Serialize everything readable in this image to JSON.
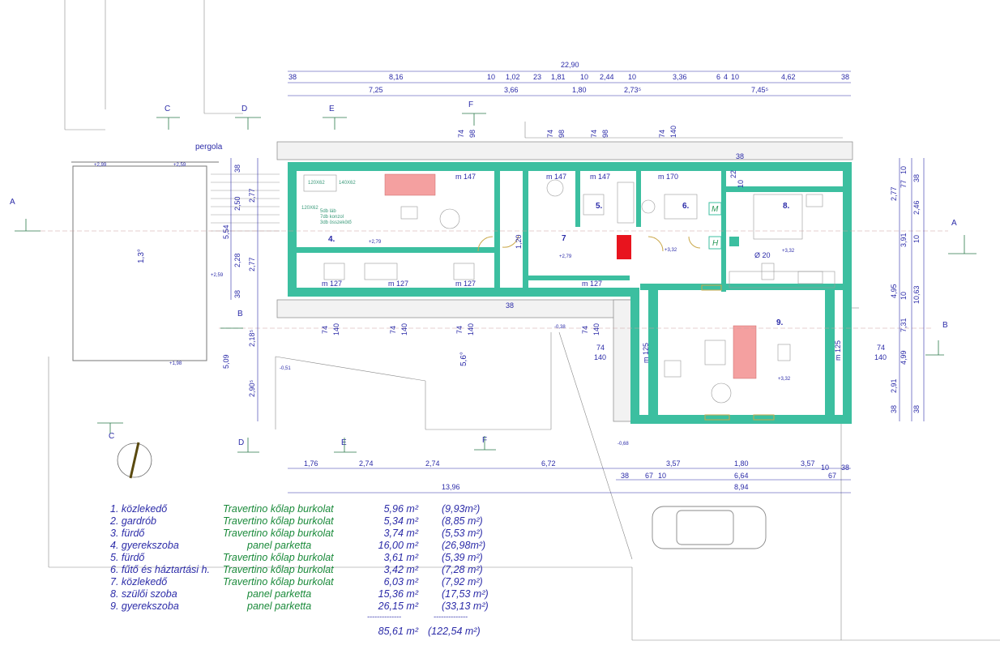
{
  "plan": {
    "total_width": "22,90",
    "dims_top1": [
      "38",
      "8,16",
      "10",
      "1,02",
      "23",
      "1,81",
      "10",
      "2,44",
      "10",
      "3,36",
      "6",
      "4",
      "10",
      "4,62",
      "38"
    ],
    "dims_top2": [
      "7,25",
      "3,66",
      "1,80",
      "2,73⁵",
      "7,45⁵"
    ],
    "dims_bottom1": [
      "1,76",
      "2,74",
      "2,74",
      "6,72",
      "3,57",
      "1,80",
      "3,57",
      "10",
      "38"
    ],
    "dims_bottom2": [
      "38",
      "67",
      "10",
      "6,64",
      "67"
    ],
    "dims_bottom3": [
      "13,96",
      "8,94"
    ],
    "dims_left": [
      "38",
      "2,50",
      "2,77",
      "5,54",
      "2,28",
      "2,77",
      "38",
      "2,18⁵",
      "5,09",
      "2,90⁵"
    ],
    "dims_right": [
      "2,77",
      "10",
      "77",
      "38",
      "2,46",
      "3,91",
      "10",
      "4,95",
      "10",
      "10,63",
      "7,31",
      "4,99",
      "2,91",
      "38",
      "38"
    ],
    "sections": [
      "A",
      "A",
      "B",
      "B",
      "C",
      "C",
      "D",
      "D",
      "E",
      "E",
      "F",
      "F"
    ],
    "pergola": "pergola",
    "levels": [
      "+2,99",
      "+2,59",
      "+2,59",
      "+1,98",
      "-0,51",
      "+2,79",
      "+2,79",
      "+3,32",
      "+3,32",
      "+3,32",
      "-0,38",
      "-0,68"
    ],
    "slopes": [
      "1,3°",
      "5,6°"
    ],
    "room_numbers": [
      "4.",
      "5.",
      "6.",
      "7",
      "8.",
      "9."
    ],
    "furniture_notes": [
      "120X62",
      "140X62",
      "120X62",
      "5db láb",
      "7db konzol",
      "3db összekötő"
    ],
    "fixture_letters": [
      "M",
      "H"
    ],
    "diameter": "Ø 20",
    "wall_heights": [
      "m 147",
      "m 147",
      "m 147",
      "m 170",
      "m 127",
      "m 127",
      "m 127",
      "m 127",
      "m 125",
      "m 125"
    ],
    "window_dims": [
      "74",
      "98",
      "74",
      "98",
      "74",
      "98",
      "74",
      "140",
      "74",
      "140",
      "74",
      "140",
      "74",
      "140",
      "74",
      "140",
      "74",
      "140",
      "74",
      "140"
    ],
    "misc_dims": [
      "1,20",
      "38",
      "38",
      "22",
      "10"
    ]
  },
  "legend": {
    "rows": [
      {
        "name": "1. közlekedő",
        "material": "Travertino kőlap burkolat",
        "net": "5,96 m²",
        "gross": "(9,93m²)"
      },
      {
        "name": "2. gardrób",
        "material": "Travertino kőlap burkolat",
        "net": "5,34 m²",
        "gross": "(8,85 m²)"
      },
      {
        "name": "3. fürdő",
        "material": "Travertino kőlap burkolat",
        "net": "3,74 m²",
        "gross": "(5,53 m²)"
      },
      {
        "name": "4. gyerekszoba",
        "material": "panel parketta",
        "net": "16,00 m²",
        "gross": "(26,98m²)"
      },
      {
        "name": "5.  fürdő",
        "material": "Travertino kőlap burkolat",
        "net": "3,61 m²",
        "gross": "(5,39 m²)"
      },
      {
        "name": "6.  fűtő és háztartási h.",
        "material": "Travertino kőlap burkolat",
        "net": "3,42 m²",
        "gross": "(7,28 m²)"
      },
      {
        "name": "7.  közlekedő",
        "material": "Travertino kőlap burkolat",
        "net": "6,03 m²",
        "gross": "(7,92 m²)"
      },
      {
        "name": "8. szülői szoba",
        "material": "panel parketta",
        "net": "15,36 m²",
        "gross": "(17,53 m²)"
      },
      {
        "name": "9. gyerekszoba",
        "material": "panel parketta",
        "net": "26,15 m²",
        "gross": "(33,13 m²)"
      }
    ],
    "separator_net": "--------------",
    "separator_gross": "--------------",
    "total_net": "85,61 m²",
    "total_gross": "(122,54 m²)"
  },
  "colors": {
    "wall": "#3cbfa0",
    "furniture_pink": "#f4a0a0",
    "chimney": "#e8141e",
    "line": "#2b2ba8",
    "material": "#1a8a3a"
  }
}
